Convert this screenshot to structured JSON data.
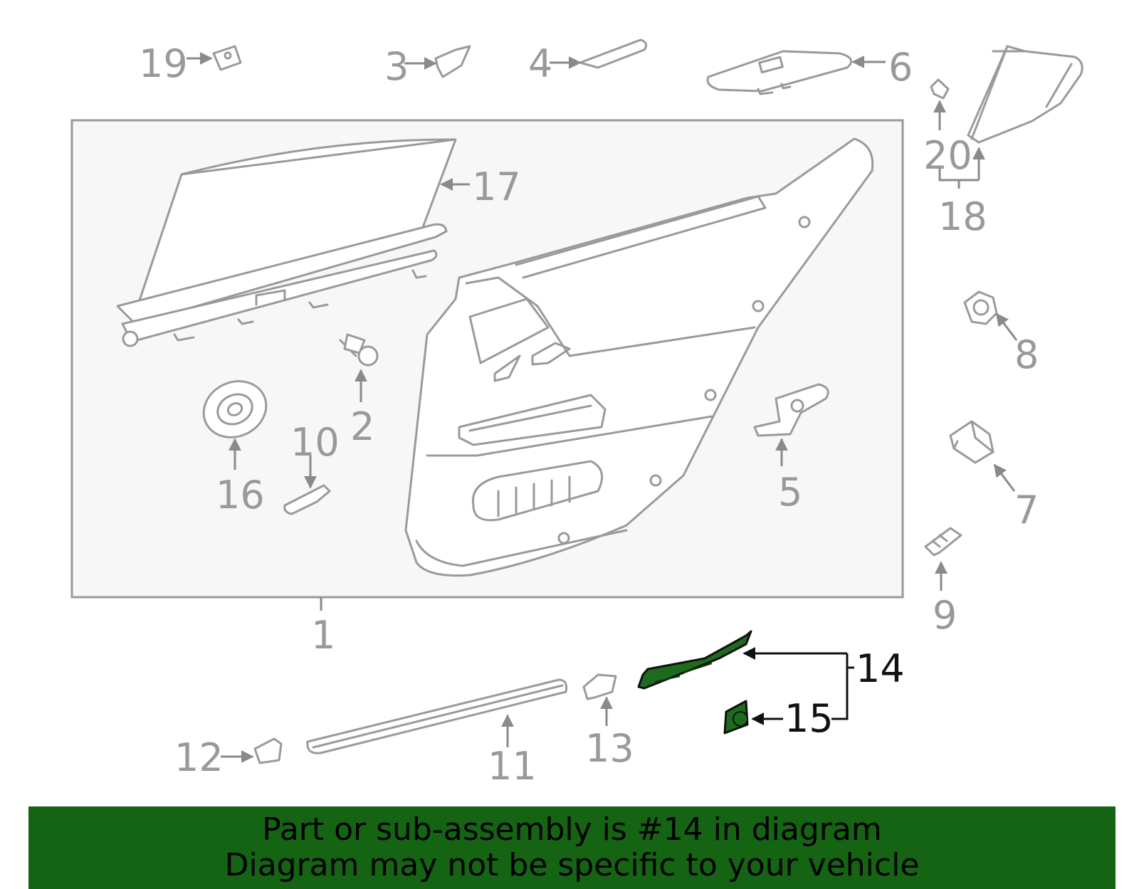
{
  "callouts": {
    "n1": "1",
    "n2": "2",
    "n3": "3",
    "n4": "4",
    "n5": "5",
    "n6": "6",
    "n7": "7",
    "n8": "8",
    "n9": "9",
    "n10": "10",
    "n11": "11",
    "n12": "12",
    "n13": "13",
    "n14": "14",
    "n15": "15",
    "n16": "16",
    "n17": "17",
    "n18": "18",
    "n19": "19",
    "n20": "20"
  },
  "highlight": {
    "part": "14",
    "color": "#1e6b1e"
  },
  "banner": {
    "line1": "Part or sub-assembly is #14 in diagram",
    "line2": "Diagram may not be specific to your vehicle",
    "background": "#146414"
  }
}
